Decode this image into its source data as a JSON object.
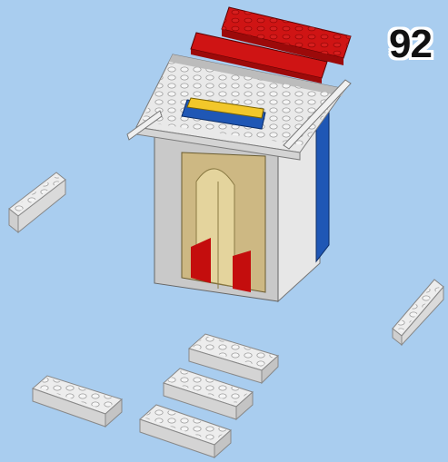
{
  "step": {
    "number": "92"
  },
  "colors": {
    "background": "#a9cdef",
    "white_brick": "#e6e6e6",
    "red_brick": "#c40d0d",
    "yellow_brick": "#f2c72a",
    "blue_brick": "#1f57b5",
    "tan_brick": "#cdb883",
    "gray_wall": "#c7c7c7"
  },
  "parts": [
    {
      "name": "red-plate-1x8",
      "color": "red"
    },
    {
      "name": "white-brick-2x4",
      "color": "white"
    },
    {
      "name": "white-brick-2x6",
      "color": "white"
    }
  ]
}
